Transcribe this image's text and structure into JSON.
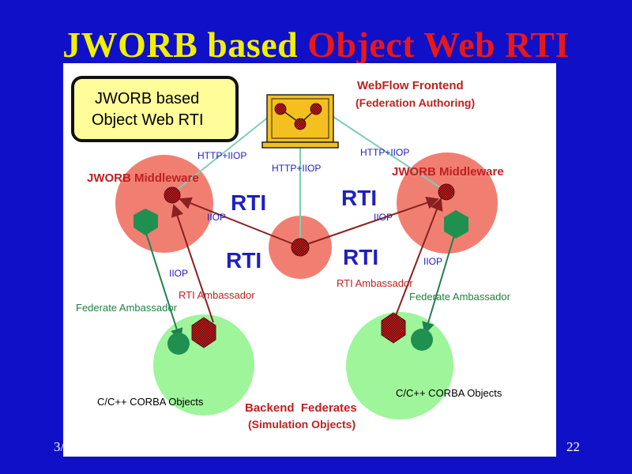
{
  "slide": {
    "title_part1": "JWORB based",
    "title_part2": "Object Web RTI",
    "footer_left": "3/",
    "page_number": "22"
  },
  "diagram": {
    "box_line1": "JWORB based",
    "box_line2": "Object Web RTI",
    "frontend_title": "WebFlow Frontend",
    "frontend_subtitle": "(Federation Authoring)",
    "http_iiop": "HTTP+IIOP",
    "jworb_middleware": "JWORB Middleware",
    "rti": "RTI",
    "iiop": "IIOP",
    "rti_ambassador": "RTI Ambassador",
    "federate_ambassador": "Federate Ambassador",
    "corba_objects": "C/C++ CORBA Objects",
    "backend_title": "Backend  Federates",
    "backend_subtitle": "(Simulation Objects)"
  },
  "colors": {
    "background": "#1010c8",
    "title_yellow": "#f0f000",
    "title_red": "#e81818",
    "middleware_circle": "#f07f72",
    "federate_circle": "#9ef59a",
    "monitor": "#f4c020",
    "label_blue": "#1f1fc0",
    "label_red": "#c02020",
    "label_green": "#208040",
    "green_node": "#209050",
    "link_teal": "#7ecdb3",
    "link_maroon": "#8a2020",
    "link_green": "#208050"
  }
}
